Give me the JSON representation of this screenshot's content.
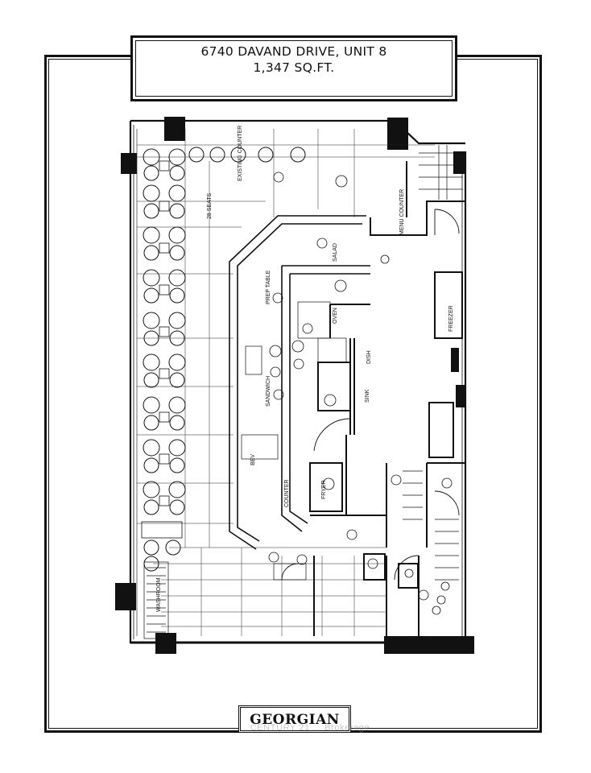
{
  "header": {
    "address": "6740 DAVAND DRIVE, UNIT 8",
    "area": "1,347 SQ.FT."
  },
  "plan": {
    "labels": {
      "seats": "28 SEATS",
      "existing_counter": "EXISTING COUNTER",
      "menu_counter": "MENU COUNTER",
      "salad": "SALAD",
      "prep_table": "PREP TABLE",
      "oven": "OVEN",
      "freezer": "FREEZER",
      "sink": "SINK",
      "fryer": "FRYER",
      "dish": "DISH",
      "bev": "BEV",
      "sandwich": "SANDWICH",
      "washroom": "WASHROOM",
      "counter": "COUNTER"
    }
  },
  "footer": {
    "logo": "GEORGIAN",
    "watermark": "CENTURY 21 ... Brokerage"
  }
}
